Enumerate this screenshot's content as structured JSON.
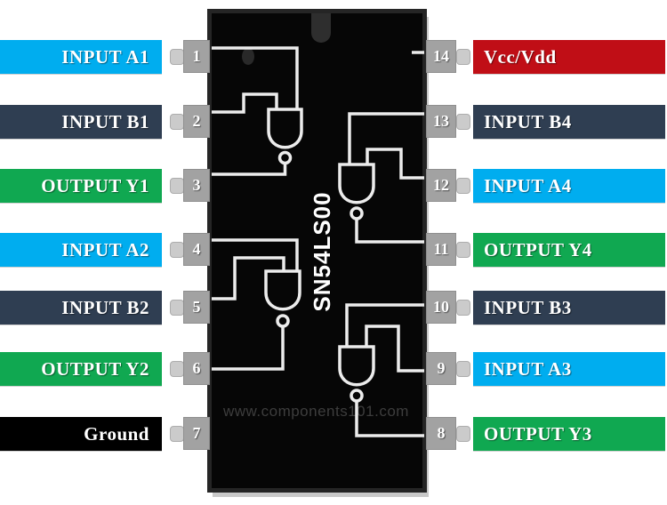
{
  "ic": {
    "part_number": "SN54LS00",
    "watermark": "www.components101.com",
    "package_pins": 14
  },
  "colors": {
    "input_a": "#00ADEF",
    "input_b": "#2F3E52",
    "output": "#10A851",
    "power": "#C00E16",
    "ground": "#000000",
    "pin": "#A2A2A2",
    "tab": "#CBCBCB",
    "ic_body": "#060606",
    "ic_border": "#252525",
    "notch": "#2E2E2E",
    "wire": "#ECECEC",
    "watermark": "#3D3D3D"
  },
  "left_pins": [
    {
      "number": "1",
      "label": "INPUT A1",
      "type": "input_a"
    },
    {
      "number": "2",
      "label": "INPUT B1",
      "type": "input_b"
    },
    {
      "number": "3",
      "label": "OUTPUT Y1",
      "type": "output"
    },
    {
      "number": "4",
      "label": "INPUT A2",
      "type": "input_a"
    },
    {
      "number": "5",
      "label": "INPUT B2",
      "type": "input_b"
    },
    {
      "number": "6",
      "label": "OUTPUT Y2",
      "type": "output"
    },
    {
      "number": "7",
      "label": "Ground",
      "type": "ground"
    }
  ],
  "right_pins": [
    {
      "number": "14",
      "label": "Vcc/Vdd",
      "type": "power"
    },
    {
      "number": "13",
      "label": "INPUT B4",
      "type": "input_b"
    },
    {
      "number": "12",
      "label": "INPUT A4",
      "type": "input_a"
    },
    {
      "number": "11",
      "label": "OUTPUT Y4",
      "type": "output"
    },
    {
      "number": "10",
      "label": "INPUT B3",
      "type": "input_b"
    },
    {
      "number": "9",
      "label": "INPUT A3",
      "type": "input_a"
    },
    {
      "number": "8",
      "label": "OUTPUT Y3",
      "type": "output"
    }
  ]
}
